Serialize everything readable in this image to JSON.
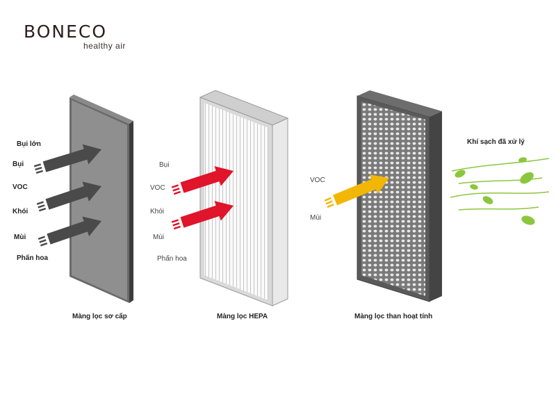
{
  "brand": {
    "name": "BONECO",
    "tagline": "healthy air"
  },
  "stages": [
    {
      "caption": "Màng lọc sơ cấp",
      "inputs": [
        "Bụi lớn",
        "Bụi",
        "VOC",
        "Khói",
        "Mùi",
        "Phấn hoa"
      ],
      "arrow_color": "#4a4a4a"
    },
    {
      "caption": "Màng lọc HEPA",
      "inputs": [
        "Bụi",
        "VOC",
        "Khói",
        "Mùi",
        "Phấn hoa"
      ],
      "arrow_color": "#e0142a"
    },
    {
      "caption": "Màng lọc than hoạt tính",
      "inputs": [
        "VOC",
        "Mùi"
      ],
      "arrow_color": "#f2b705"
    }
  ],
  "output": {
    "label": "Khí sạch đã xử lý",
    "leaf_color": "#8cc63f"
  }
}
